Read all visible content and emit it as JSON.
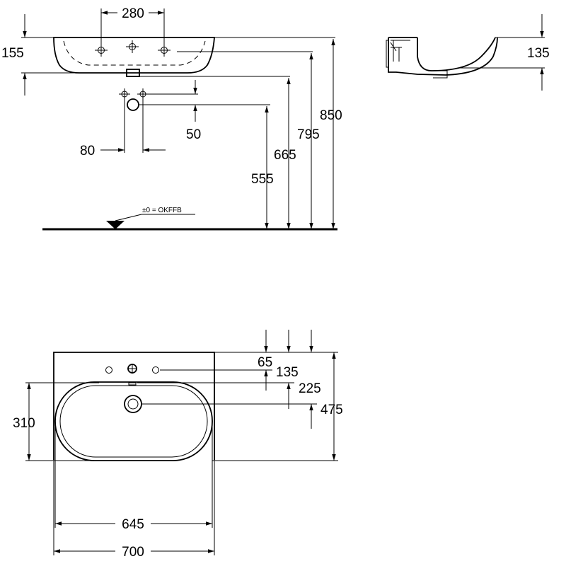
{
  "front_view": {
    "tap_hole_spacing": "280",
    "basin_rim_height": "155",
    "waste_spacing": "80",
    "waste_offset": "50",
    "height_555": "555",
    "height_665": "665",
    "height_795": "795",
    "height_850": "850",
    "floor_label": "±0 = OKFFB"
  },
  "side_view": {
    "depth_135": "135"
  },
  "top_view": {
    "dim_65": "65",
    "dim_135": "135",
    "dim_225": "225",
    "dim_475": "475",
    "dim_310": "310",
    "dim_645": "645",
    "dim_700": "700"
  }
}
